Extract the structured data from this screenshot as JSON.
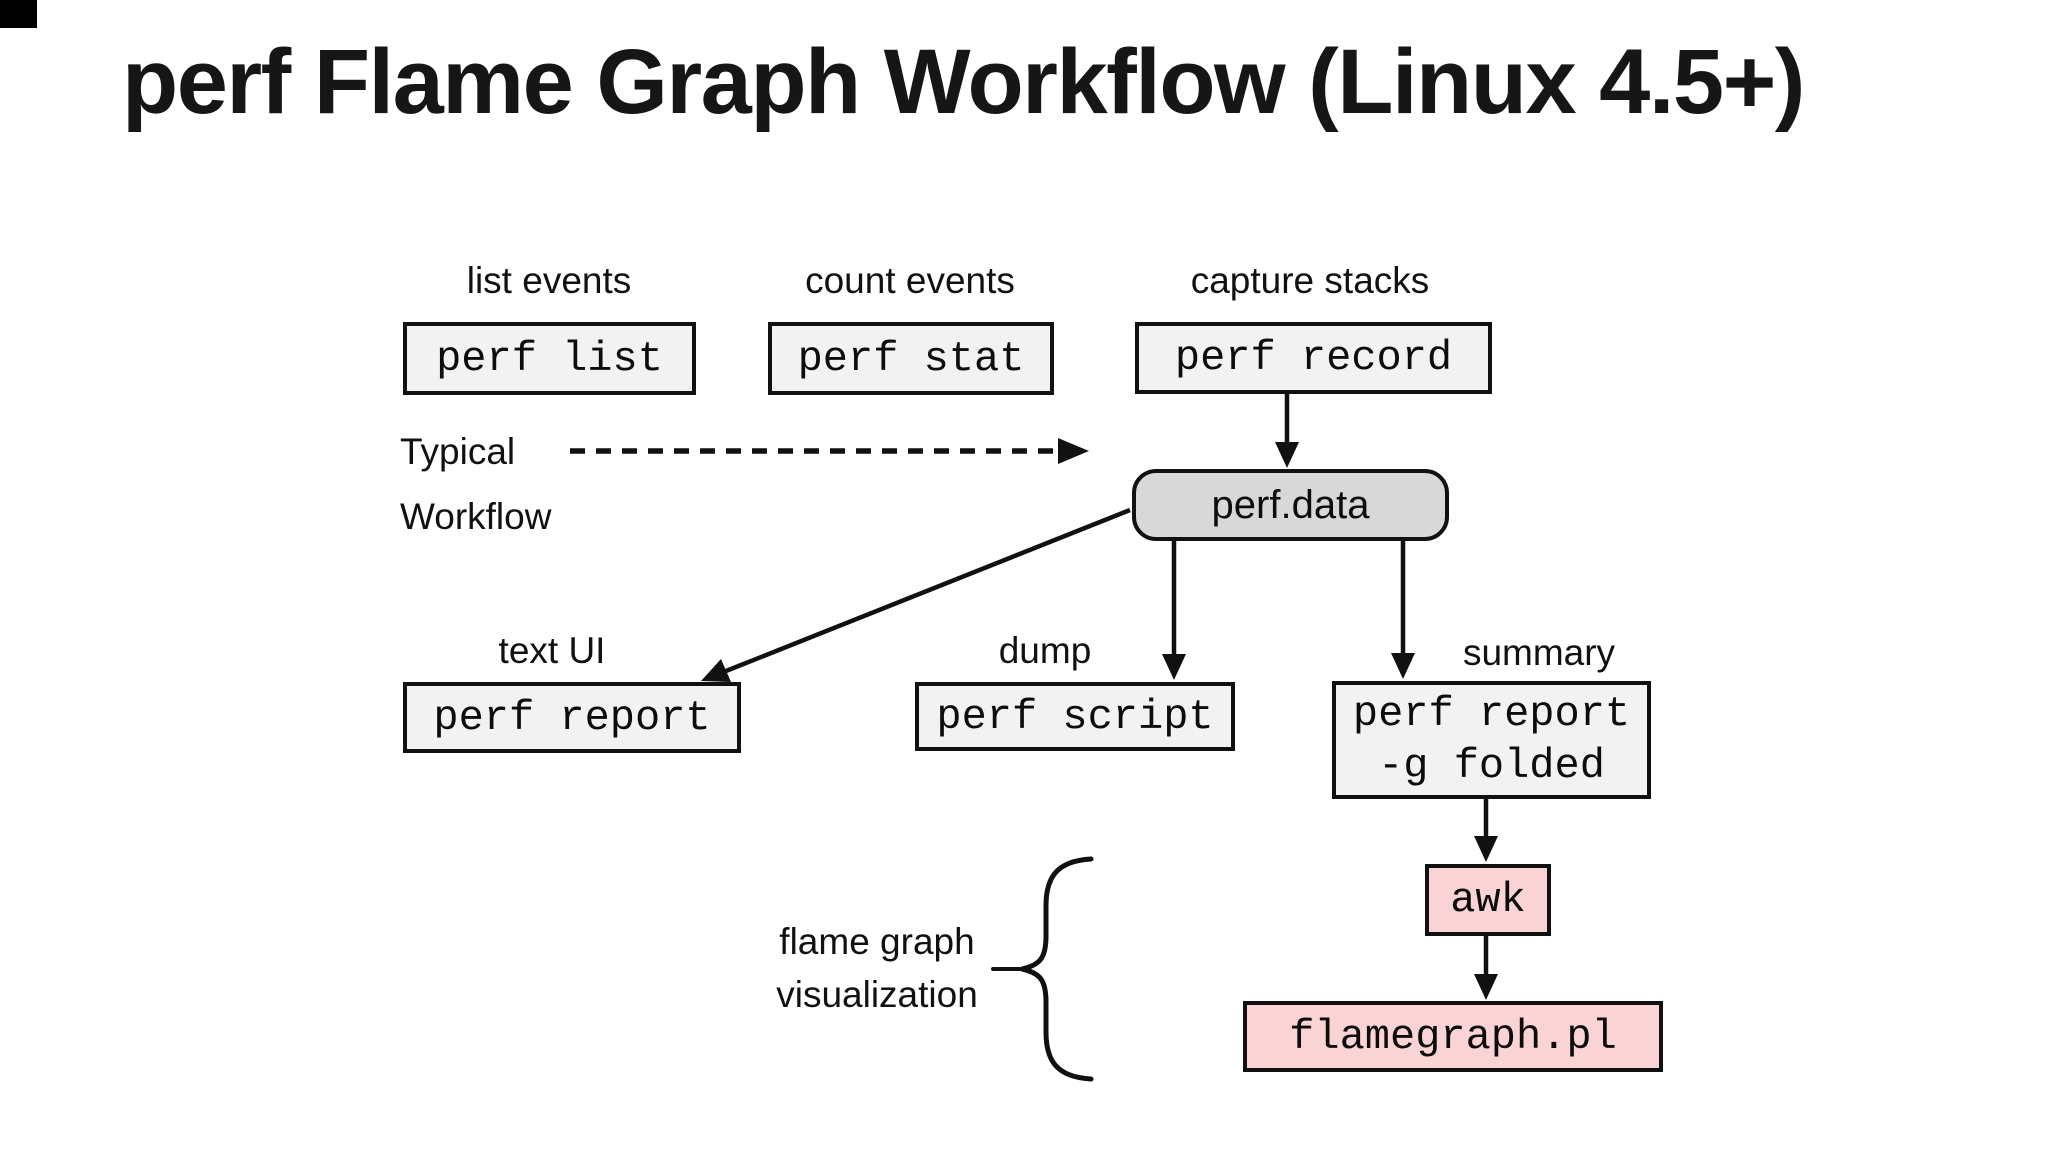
{
  "title": "perf Flame Graph Workflow (Linux 4.5+)",
  "nodes": {
    "perf_list": {
      "label": "perf list",
      "caption": "list events"
    },
    "perf_stat": {
      "label": "perf stat",
      "caption": "count events"
    },
    "perf_record": {
      "label": "perf record",
      "caption": "capture stacks"
    },
    "perf_data": {
      "label": "perf.data"
    },
    "perf_report": {
      "label": "perf report",
      "caption": "text UI"
    },
    "perf_script": {
      "label": "perf script",
      "caption": "dump"
    },
    "perf_report_folded": {
      "label_line1": "perf report",
      "label_line2": "-g folded",
      "caption": "summary"
    },
    "awk": {
      "label": "awk"
    },
    "flamegraph": {
      "label": "flamegraph.pl"
    }
  },
  "annotations": {
    "typical_workflow_line1": "Typical",
    "typical_workflow_line2": "Workflow",
    "flame_graph_line1": "flame graph",
    "flame_graph_line2": "visualization"
  },
  "colors": {
    "command_box_fill": "#f2f2f2",
    "data_node_fill": "#d8d8d8",
    "pink_box_fill": "#fad4d4",
    "line_and_border": "#111111",
    "background": "#ffffff"
  }
}
